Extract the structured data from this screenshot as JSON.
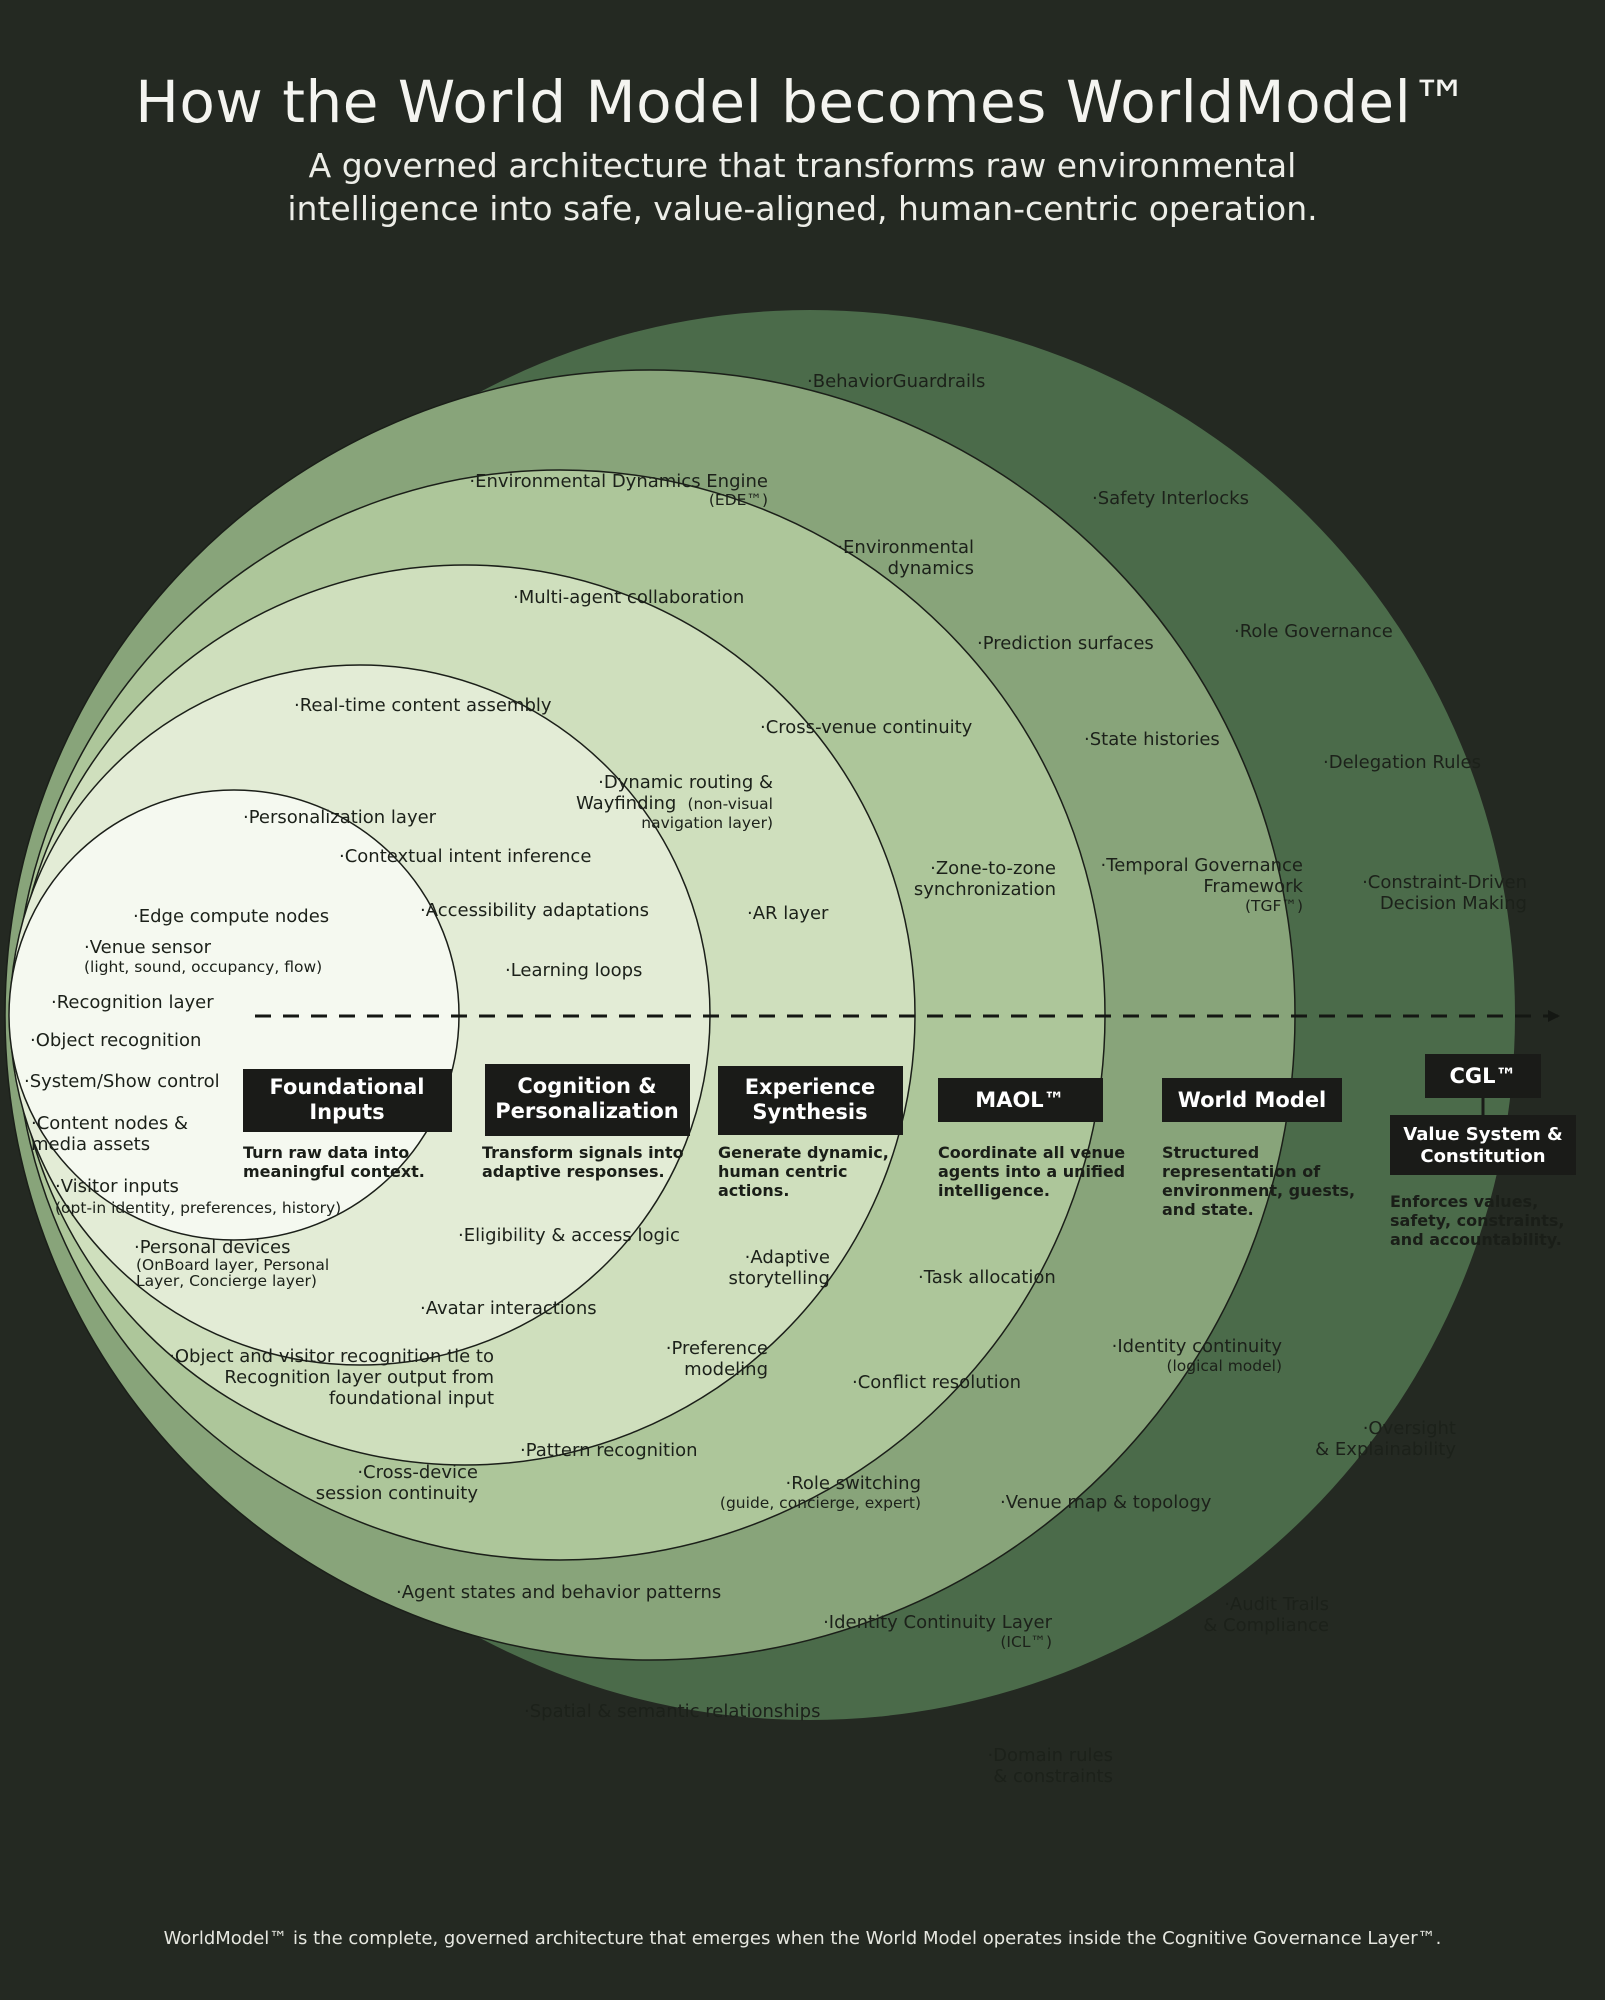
{
  "header": {
    "title": "How the World Model becomes WorldModel™",
    "subtitle_line1": "A governed architecture that transforms raw environmental",
    "subtitle_line2": "intelligence into safe, value-aligned, human-centric operation."
  },
  "footer": "WorldModel™ is the complete, governed architecture that emerges when the World Model operates inside the Cognitive Governance Layer™.",
  "colors": {
    "background": "#242922",
    "ring_cgl": "#4b6b4a",
    "ring_world_model": "#88a47a",
    "ring_maol": "#adc69a",
    "ring_experience": "#cfdfbd",
    "ring_cognition": "#e3ecd6",
    "ring_foundational": "#f5f9f0",
    "box": "#1a1b18"
  },
  "layers": {
    "foundational": {
      "title_1": "Foundational",
      "title_2": "Inputs",
      "desc_1": "Turn raw data into",
      "desc_2": "meaningful context.",
      "items": {
        "edge_compute": "·Edge compute nodes",
        "venue_sensor": "·Venue sensor",
        "venue_sensor_sub": "(light, sound, occupancy, flow)",
        "recognition_layer": "·Recognition layer",
        "object_recognition": "·Object recognition",
        "show_control": "·System/Show control",
        "content_nodes_1": "·Content nodes &",
        "content_nodes_2": "media assets",
        "visitor_inputs": "·Visitor inputs",
        "visitor_inputs_sub": "(opt-in identity, preferences, history)",
        "personal_devices_1": "·Personal devices",
        "personal_devices_2": "(OnBoard layer, Personal",
        "personal_devices_3": "Layer, Concierge layer)"
      }
    },
    "cognition": {
      "title_1": "Cognition &",
      "title_2": "Personalization",
      "desc_1": "Transform signals into",
      "desc_2": "adaptive responses.",
      "items": {
        "personalization_layer": "·Personalization layer",
        "contextual_intent": "·Contextual intent inference",
        "accessibility": "·Accessibility adaptations",
        "learning_loops": "·Learning loops",
        "eligibility": "·Eligibility & access logic",
        "avatar": "·Avatar interactions",
        "tie_1": "·Object and visitor recognition tie to",
        "tie_2": "Recognition layer output from",
        "tie_3": "foundational input"
      }
    },
    "experience": {
      "title_1": "Experience",
      "title_2": "Synthesis",
      "desc_1": "Generate dynamic,",
      "desc_2": "human centric",
      "desc_3": "actions.",
      "items": {
        "realtime_content": "·Real-time  content assembly",
        "dynamic_routing_1": "·Dynamic routing &",
        "dynamic_routing_2": "Wayfinding",
        "dynamic_routing_2b": "(non-visual",
        "dynamic_routing_3": "navigation layer)",
        "ar_layer": "·AR layer",
        "adaptive_story_1": "·Adaptive",
        "adaptive_story_2": "storytelling",
        "preference_1": "·Preference",
        "preference_2": "modeling",
        "pattern_recognition": "·Pattern recognition",
        "cross_device_1": "·Cross-device",
        "cross_device_2": "session continuity"
      }
    },
    "maol": {
      "title": "MAOL™",
      "desc_1": "Coordinate all venue",
      "desc_2": "agents into a unified",
      "desc_3": "intelligence.",
      "items": {
        "multi_agent": "·Multi-agent collaboration",
        "cross_venue": "·Cross-venue continuity",
        "zone_1": "·Zone-to-zone",
        "zone_2": "synchronization",
        "task_allocation": "·Task allocation",
        "conflict_resolution": "·Conflict resolution",
        "role_switching": "·Role switching",
        "role_switching_sub": "(guide, concierge, expert)",
        "agent_states": "·Agent states and behavior patterns"
      }
    },
    "world_model": {
      "title": "World Model",
      "desc_1": "Structured",
      "desc_2": "representation of",
      "desc_3": "environment, guests,",
      "desc_4": "and state.",
      "items": {
        "ede_1": "·Environmental Dynamics Engine",
        "ede_2": "(EDE™)",
        "env_dyn_1": "·Environmental",
        "env_dyn_2": "dynamics",
        "prediction": "·Prediction surfaces",
        "state_histories": "·State histories",
        "tgf_1": "·Temporal Governance",
        "tgf_2": "Framework",
        "tgf_3": "(TGF™)",
        "identity_cont_1": "·Identity continuity",
        "identity_cont_2": "(logical model)",
        "venue_map": "·Venue map & topology",
        "icl_1": "·Identity Continuity Layer",
        "icl_2": "(ICL™)",
        "spatial": "·Spatial & semantic relationships"
      }
    },
    "cgl": {
      "title": "CGL™",
      "sub_1": "Value System &",
      "sub_2": "Constitution",
      "desc_1": "Enforces values,",
      "desc_2": "safety, constraints,",
      "desc_3": "and accountability.",
      "items": {
        "guardrails": "·BehaviorGuardrails",
        "safety": "·Safety Interlocks",
        "role_gov": "·Role Governance",
        "delegation": "·Delegation Rules",
        "constraint_1": "·Constraint-Driven",
        "constraint_2": "Decision Making",
        "oversight_1": "·Oversight",
        "oversight_2": "& Explainability",
        "audit_1": "·Audit Trails",
        "audit_2": "& Compliance",
        "domain_1": "·Domain rules",
        "domain_2": "& constraints"
      }
    }
  }
}
